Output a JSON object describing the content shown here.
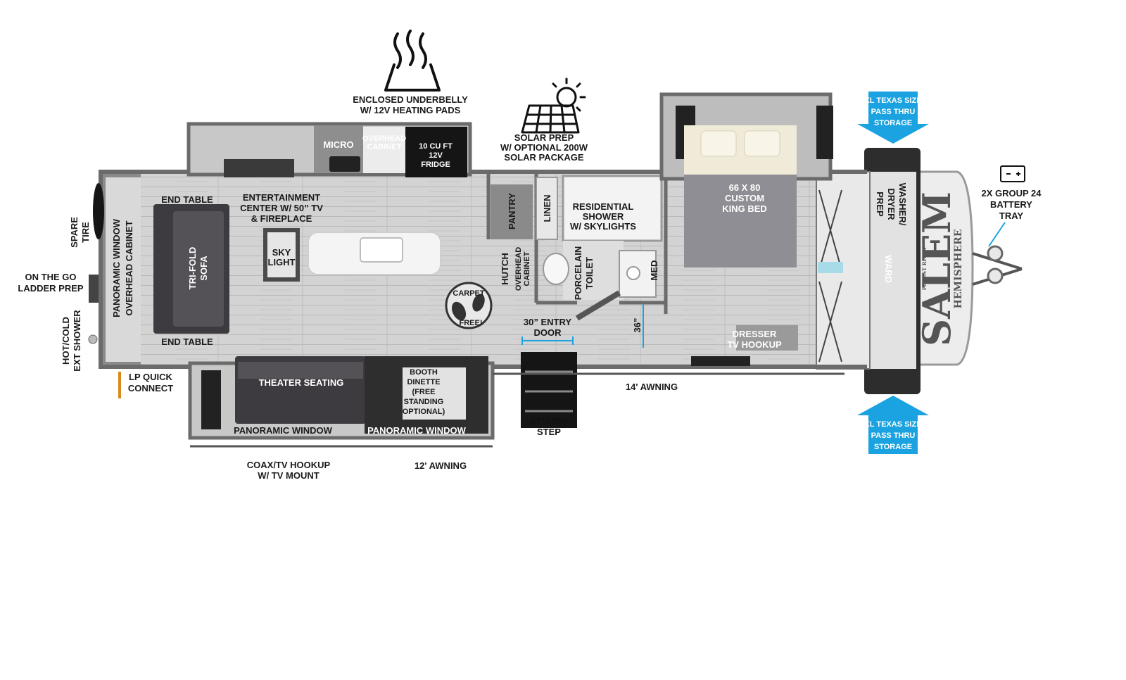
{
  "brand": {
    "name": "SALEM",
    "subtitle": "HEMISPHERE",
    "maker": "FOREST RIVER"
  },
  "colors": {
    "floor": "#cfcfcf",
    "wall": "#6b6b6b",
    "storage_arrow": "#1aa3e0",
    "bed": "#8e8e94",
    "sofa": "#3d3b3f"
  },
  "features": {
    "underbelly": [
      "ENCLOSED UNDERBELLY",
      "W/ 12V HEATING PADS"
    ],
    "solar": [
      "SOLAR PREP",
      "W/ OPTIONAL 200W",
      "SOLAR PACKAGE"
    ],
    "storage_top": [
      "XL TEXAS SIZE",
      "PASS THRU",
      "STORAGE"
    ],
    "storage_bottom": [
      "XL TEXAS SIZE",
      "PASS THRU",
      "STORAGE"
    ],
    "battery": [
      "2X GROUP 24",
      "BATTERY",
      "TRAY"
    ]
  },
  "exterior": {
    "spare_tire": [
      "SPARE",
      "TIRE"
    ],
    "ladder": [
      "ON THE GO",
      "LADDER PREP"
    ],
    "ext_shower": [
      "HOT/COLD",
      "EXT SHOWER"
    ],
    "lp_connect": [
      "LP QUICK",
      "CONNECT"
    ],
    "coax": [
      "COAX/TV HOOKUP",
      "W/ TV MOUNT"
    ],
    "awning_12": "12' AWNING",
    "awning_14": "14' AWNING",
    "sturdy_step": [
      "STURDY",
      "STEP"
    ]
  },
  "rooms": {
    "micro": "MICRO",
    "overhead_cabinet": [
      "OVERHEAD",
      "CABINET"
    ],
    "fridge": [
      "10 CU FT",
      "12V",
      "FRIDGE"
    ],
    "entertainment": [
      "ENTERTAINMENT",
      "CENTER W/ 50” TV",
      "& FIREPLACE"
    ],
    "end_table_top": "END TABLE",
    "end_table_bottom": "END TABLE",
    "sofa": [
      "TRI-FOLD",
      "SOFA"
    ],
    "rear_window": [
      "PANORAMIC WINDOW",
      "OVERHEAD CABINET"
    ],
    "skylight": [
      "SKY",
      "LIGHT"
    ],
    "carpet": [
      "CARPET",
      "FREE!"
    ],
    "pantry": "PANTRY",
    "linen": "LINEN",
    "hutch": "HUTCH",
    "hutch_cabinet": [
      "OVERHEAD",
      "CABINET"
    ],
    "shower": [
      "RESIDENTIAL",
      "SHOWER",
      "W/ SKYLIGHTS"
    ],
    "toilet": [
      "PORCELAIN",
      "TOILET"
    ],
    "med": "MED",
    "bath_door": "36”",
    "entry_door": [
      "30” ENTRY",
      "DOOR"
    ],
    "bed": [
      "66 X 80",
      "CUSTOM",
      "KING BED"
    ],
    "dresser": [
      "DRESSER",
      "TV HOOKUP"
    ],
    "washer": [
      "WASHER/",
      "DRYER",
      "PREP"
    ],
    "ward": "WARD",
    "theater": "THEATER SEATING",
    "booth": [
      "BOOTH",
      "DINETTE",
      "(FREE",
      "STANDING",
      "OPTIONAL)"
    ],
    "pano_left": "PANORAMIC WINDOW",
    "pano_right": "PANORAMIC WINDOW"
  }
}
